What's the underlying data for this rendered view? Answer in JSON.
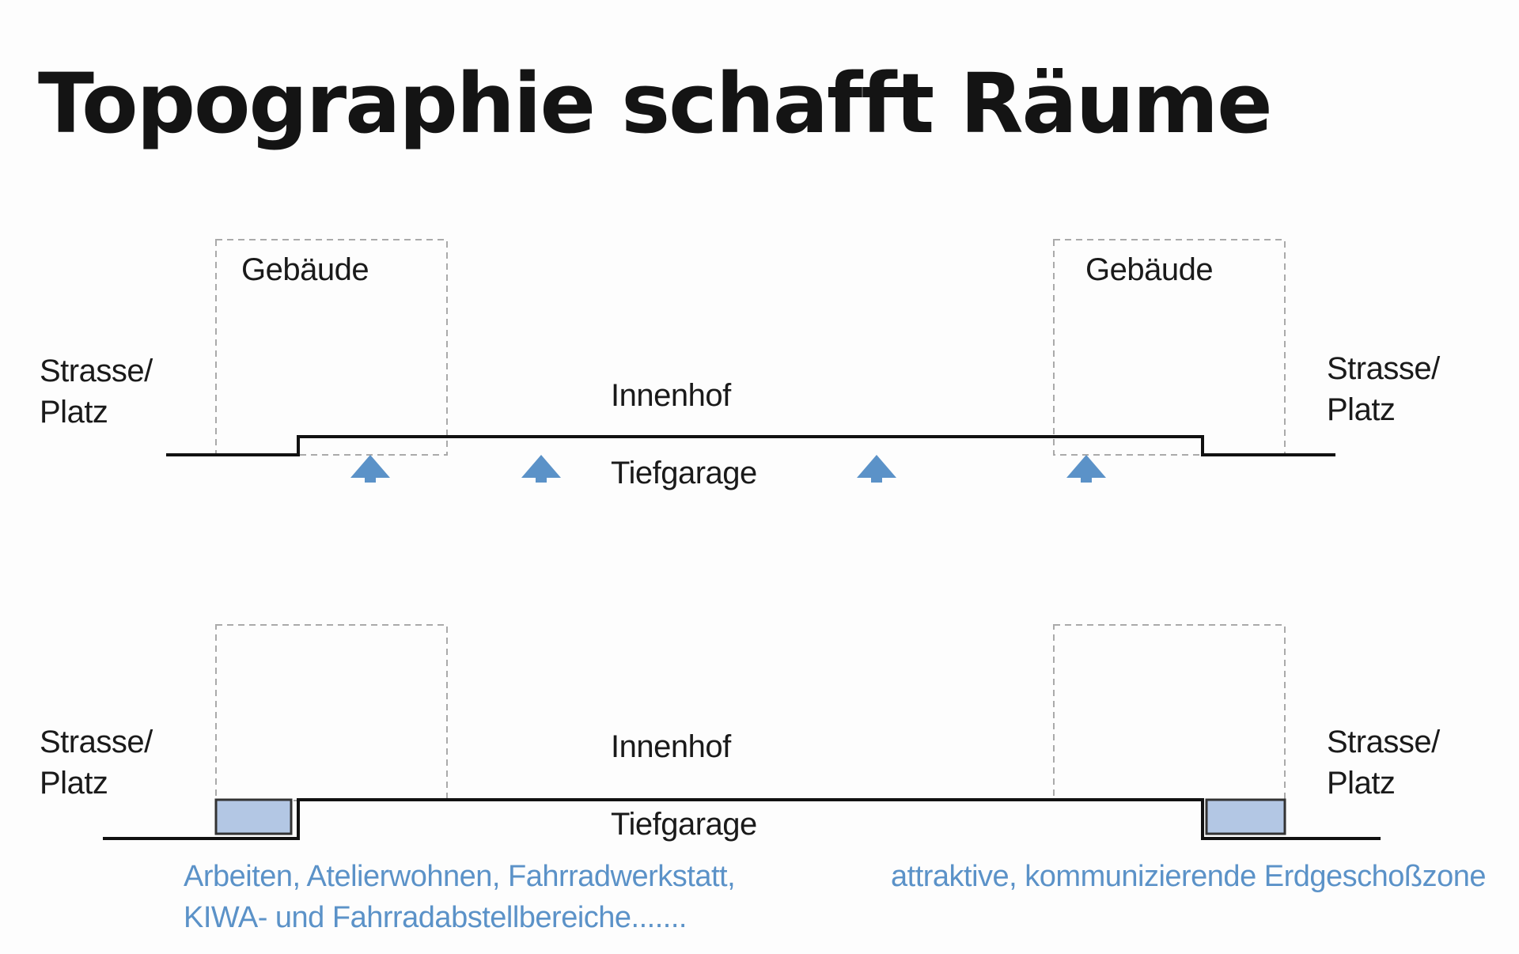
{
  "title": "Topographie schafft Räume",
  "diagram_top": {
    "building_left": "Gebäude",
    "building_right": "Gebäude",
    "street_left": [
      "Strasse/",
      "Platz"
    ],
    "street_right": [
      "Strasse/",
      "Platz"
    ],
    "courtyard": "Innenhof",
    "garage": "Tiefgarage",
    "arrow_count": 4,
    "arrow_icon": "arrow-up-icon"
  },
  "diagram_bottom": {
    "street_left": [
      "Strasse/",
      "Platz"
    ],
    "street_right": [
      "Strasse/",
      "Platz"
    ],
    "courtyard": "Innenhof",
    "garage": "Tiefgarage",
    "caption_left": [
      "Arbeiten, Atelierwohnen, Fahrradwerkstatt,",
      "KIWA- und Fahrradabstellbereiche......."
    ],
    "caption_right": "attraktive, kommunizierende Erdgeschoßzone"
  },
  "colors": {
    "accent": "#5b92c8",
    "fill": "#b3c7e4",
    "line": "#111111",
    "dashed": "#aaaaaa"
  }
}
